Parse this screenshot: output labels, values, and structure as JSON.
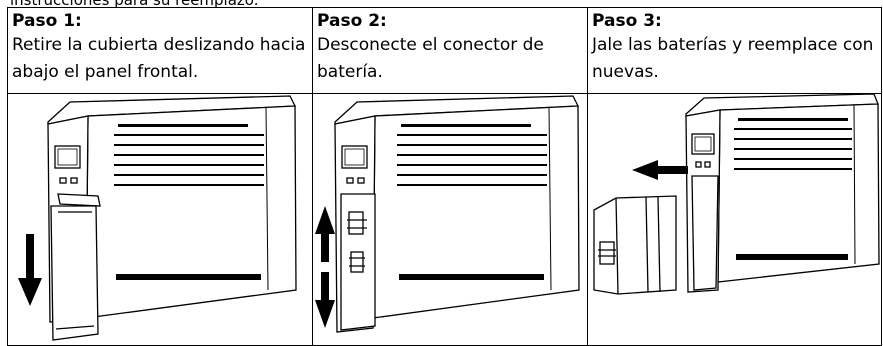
{
  "intro_fragment": "instrucciones para su reemplazo.",
  "steps": [
    {
      "title": "Paso 1:",
      "text": "Retire la cubierta deslizando hacia abajo el panel frontal."
    },
    {
      "title": "Paso 2:",
      "text": "Desconecte el conector de batería."
    },
    {
      "title": "Paso 3:",
      "text": "Jale las baterías y reemplace con nuevas."
    }
  ],
  "illustrations": [
    {
      "subject": "ups-front-cover-removal",
      "arrow": "down"
    },
    {
      "subject": "ups-battery-connector",
      "arrow": "up-down"
    },
    {
      "subject": "ups-battery-pack-removal",
      "arrow": "left"
    }
  ]
}
